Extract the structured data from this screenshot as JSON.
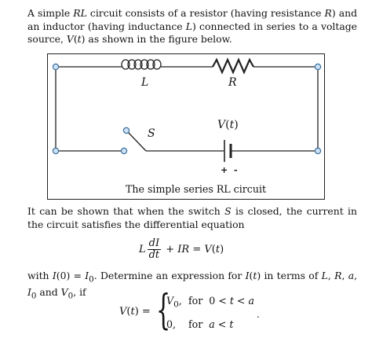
{
  "intro": {
    "text": "A simple RL circuit consists of a resistor (having resistance R) and an inductor (having inductance L) connected in series to a voltage source, V(t) as shown in the figure below."
  },
  "figure": {
    "inductor_label": "L",
    "resistor_label": "R",
    "switch_label": "S",
    "source_label": "V(t)",
    "plus": "+",
    "minus": "-",
    "caption": "The simple series RL circuit"
  },
  "body": {
    "text1": "It can be shown that when the switch S is closed, the current in the circuit satisfies the differential equation",
    "equation": "L dI/dt + IR = V(t)",
    "text2": "with I(0) = I0. Determine an expression for I(t) in terms of L, R, a, I0 and V0, if"
  },
  "piecewise": {
    "lhs": "V(t) =",
    "case1_value": "V0,",
    "case1_cond": "for  0 < t < a",
    "case2_value": "0,",
    "case2_cond": "for  a < t",
    "end": "."
  }
}
